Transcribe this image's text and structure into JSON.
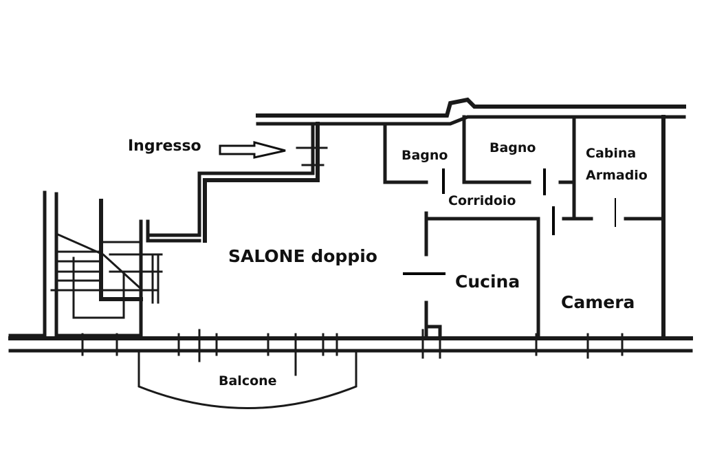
{
  "floorplan": {
    "rooms": {
      "ingresso": "Ingresso",
      "bagno_1": "Bagno",
      "bagno_2": "Bagno",
      "cabina_line1": "Cabina",
      "cabina_line2": "Armadio",
      "corridoio": "Corridoio",
      "salone": "SALONE doppio",
      "cucina": "Cucina",
      "camera": "Camera",
      "balcone": "Balcone"
    },
    "entrance_arrow": "arrow-right-icon",
    "colors": {
      "wall": "#1a1a1a",
      "background": "#ffffff"
    }
  }
}
